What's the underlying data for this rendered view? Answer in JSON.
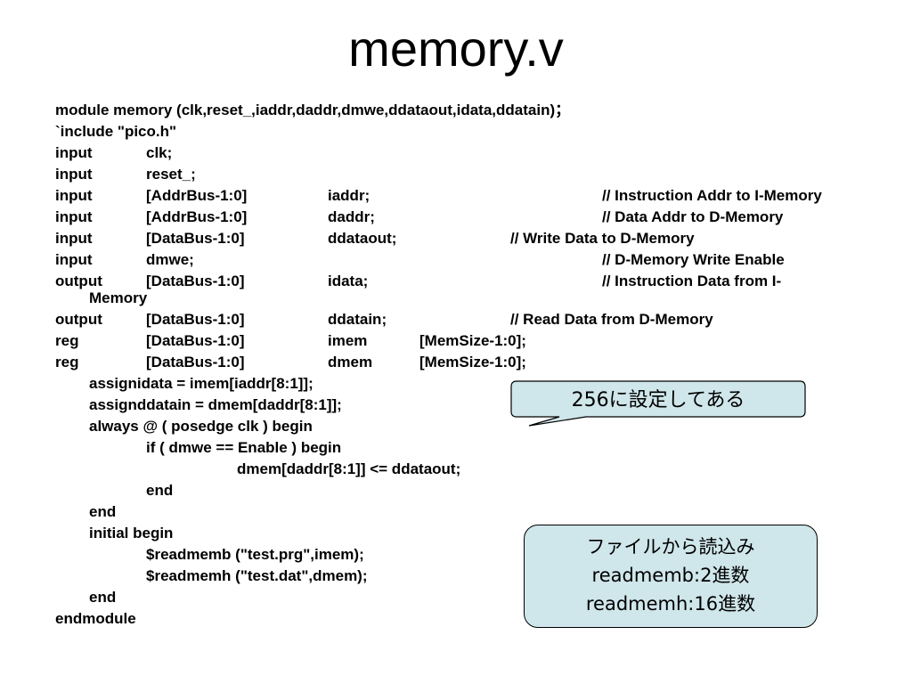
{
  "title": "memory.v",
  "code_lines": [
    [
      "module memory (clk,reset_,iaddr,daddr,dmwe,ddataout,idata,ddatain)；"
    ],
    [
      "`include \"pico.h\""
    ],
    [
      "input",
      "clk;"
    ],
    [
      "input",
      "reset_;"
    ],
    [
      "input",
      "[AddrBus-1:0]",
      "iaddr;",
      "// Instruction Addr to I-Memory"
    ],
    [
      "input",
      "[AddrBus-1:0]",
      "daddr;",
      "// Data Addr to D-Memory"
    ],
    [
      "input",
      "[DataBus-1:0]",
      "ddataout;",
      "// Write Data to D-Memory"
    ],
    [
      "input",
      "dmwe;",
      "// D-Memory Write Enable"
    ],
    [
      "output",
      "[DataBus-1:0]",
      "idata;",
      "// Instruction Data from I-"
    ],
    [
      "Memory"
    ],
    [
      "output",
      "[DataBus-1:0]",
      "ddatain;",
      "// Read Data from D-Memory"
    ],
    [
      "reg",
      "[DataBus-1:0]",
      "imem",
      "[MemSize-1:0];"
    ],
    [
      "reg",
      "[DataBus-1:0]",
      "dmem",
      "[MemSize-1:0];"
    ],
    [
      "assignidata = imem[iaddr[8:1]];"
    ],
    [
      "assignddatain = dmem[daddr[8:1]];"
    ],
    [
      "always @ ( posedge clk ) begin"
    ],
    [
      "if ( dmwe == Enable ) begin"
    ],
    [
      "dmem[daddr[8:1]] <= ddataout;"
    ],
    [
      "end"
    ],
    [
      "end"
    ],
    [
      "initial begin"
    ],
    [
      "$readmemb (\"test.prg\",imem);"
    ],
    [
      "$readmemh (\"test.dat\",dmem);"
    ],
    [
      "end"
    ],
    [
      "endmodule"
    ]
  ],
  "callout_top": "256に設定してある",
  "callout_bottom": [
    "ファイルから読込み",
    "readmemb:2進数",
    "readmemh:16進数"
  ],
  "colors": {
    "callout_fill": "#cfe6ea",
    "text": "#000000",
    "background": "#ffffff"
  }
}
